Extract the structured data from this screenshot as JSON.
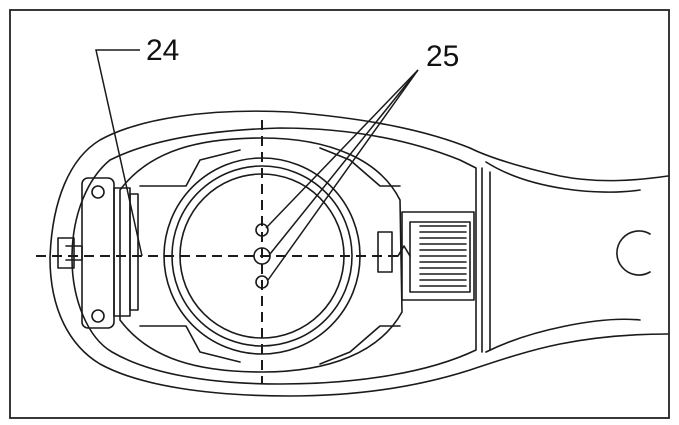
{
  "diagram": {
    "callouts": [
      {
        "id": "label-24",
        "text": "24"
      },
      {
        "id": "label-25",
        "text": "25"
      }
    ],
    "colors": {
      "line": "#1a1a1a",
      "frame": "#222222",
      "background": "#ffffff"
    }
  }
}
